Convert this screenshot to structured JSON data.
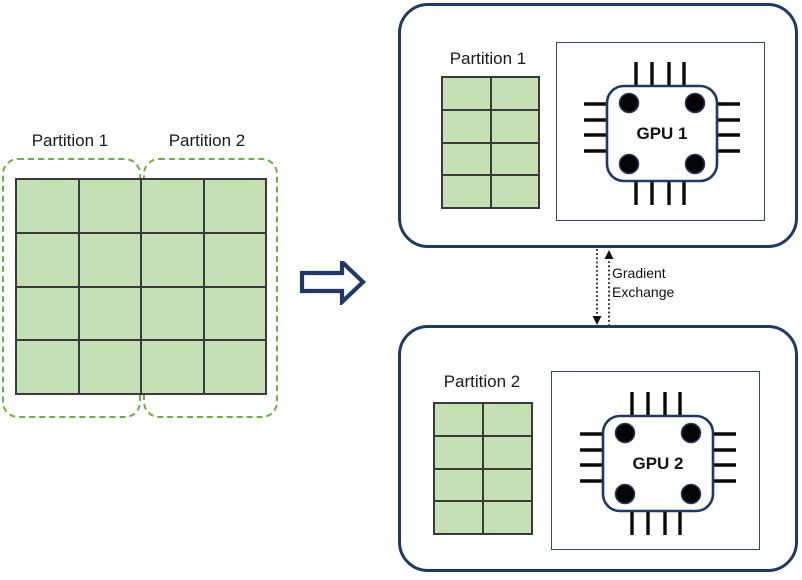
{
  "colors": {
    "cell_green": "#C5E0B4",
    "dashed_outline_green": "#70AD47",
    "box_navy": "#1F3864",
    "pin_black": "#000000"
  },
  "left_figure": {
    "partition1_label": "Partition 1",
    "partition2_label": "Partition 2",
    "grid": {
      "rows": 4,
      "cols": 4
    }
  },
  "gpu_boxes": [
    {
      "partition_label": "Partition 1",
      "gpu_label": "GPU 1",
      "grid": {
        "rows": 4,
        "cols": 2
      }
    },
    {
      "partition_label": "Partition 2",
      "gpu_label": "GPU 2",
      "grid": {
        "rows": 4,
        "cols": 2
      }
    }
  ],
  "exchange": {
    "label": "Gradient Exchange"
  }
}
